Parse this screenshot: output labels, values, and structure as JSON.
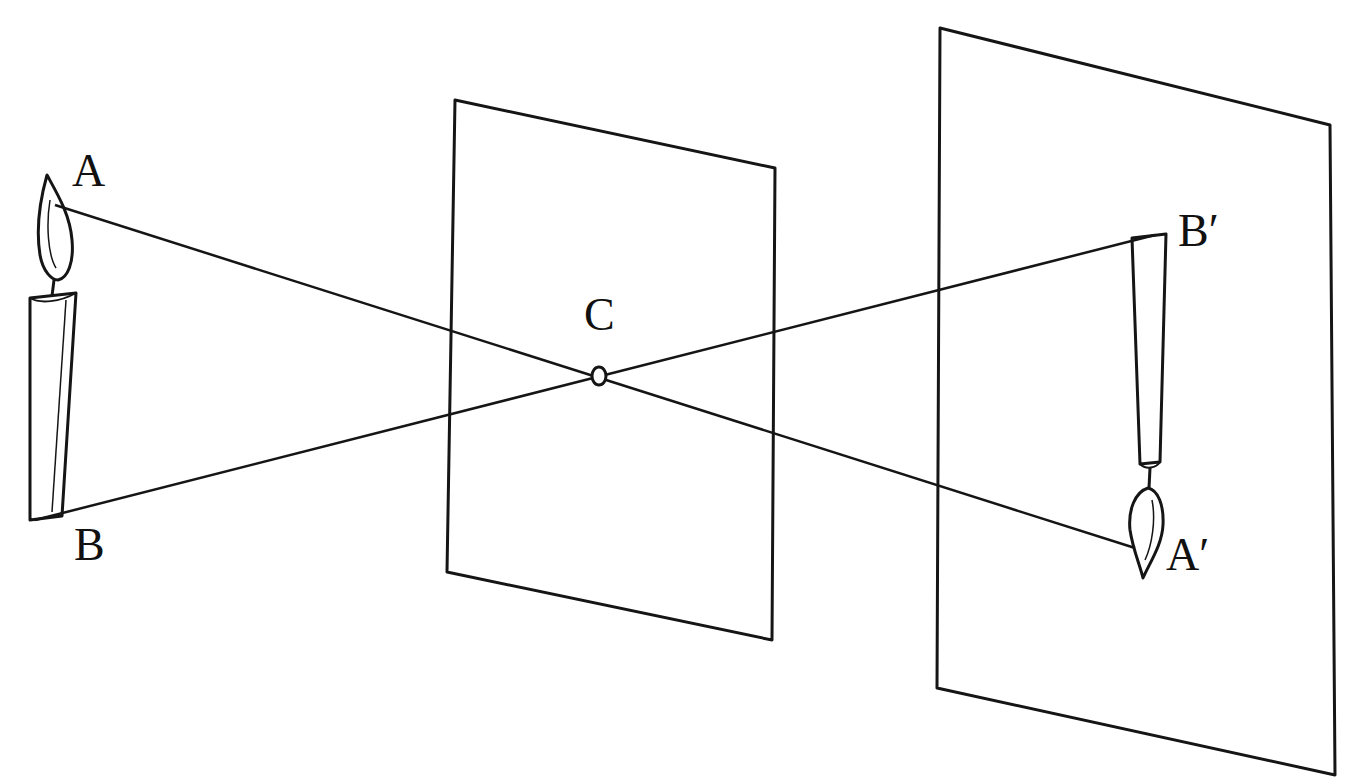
{
  "diagram": {
    "labels": [
      "A",
      "B",
      "C",
      "B′",
      "A′"
    ]
  }
}
